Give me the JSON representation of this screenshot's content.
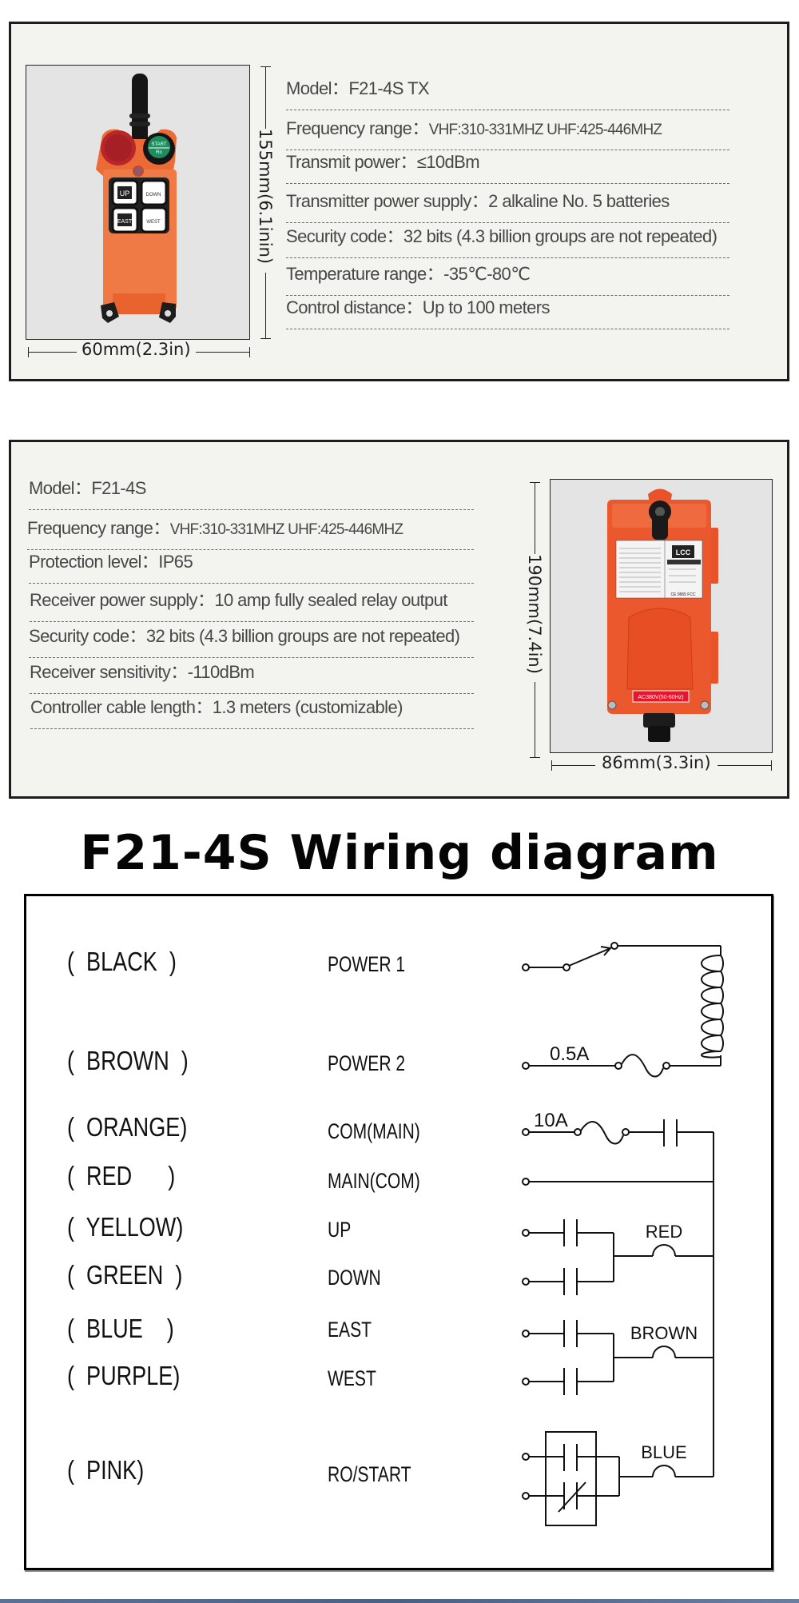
{
  "transmitter": {
    "specs": [
      {
        "label": "Model：",
        "value": "F21-4S TX"
      },
      {
        "label": "Frequency range：",
        "value": "VHF:310-331MHZ UHF:425-446MHZ"
      },
      {
        "label": "Transmit power：",
        "value": "≤10dBm"
      },
      {
        "label": "Transmitter power supply：",
        "value": "2 alkaline No. 5 batteries"
      },
      {
        "label": "Security code：",
        "value": "32 bits (4.3 billion groups are not repeated)"
      },
      {
        "label": "Temperature range：",
        "value": "-35℃-80℃"
      },
      {
        "label": "Control distance：",
        "value": "Up to 100 meters"
      }
    ],
    "height_dim": "155mm(6.1inin)",
    "width_dim": "60mm(2.3in)",
    "buttons": {
      "start_top": "START",
      "start_bottom": "Ro",
      "up": "UP",
      "down": "DOWN",
      "east": "EAST",
      "west": "WEST"
    }
  },
  "receiver": {
    "specs": [
      {
        "label": "Model：",
        "value": "F21-4S"
      },
      {
        "label": "Frequency range：",
        "value": "VHF:310-331MHZ UHF:425-446MHZ"
      },
      {
        "label": "Protection level：",
        "value": "IP65"
      },
      {
        "label": "Receiver power supply：",
        "value": "10 amp fully sealed relay output"
      },
      {
        "label": "Security code：",
        "value": "32 bits (4.3 billion groups are not repeated)"
      },
      {
        "label": "Receiver sensitivity：",
        "value": "-110dBm"
      },
      {
        "label": "Controller cable length：",
        "value": "1.3 meters (customizable)"
      }
    ],
    "height_dim": "190mm(7.4in)",
    "width_dim": "86mm(3.3in)",
    "brand": "LCC",
    "voltage_label": "AC380V(50-60Hz)",
    "cert": "CE 0865 FCC"
  },
  "wiring": {
    "title": "F21-4S Wiring diagram",
    "rows": [
      {
        "color": "(  BLACK  )",
        "function": "POWER 1"
      },
      {
        "color": "(  BROWN  )",
        "function": "POWER 2"
      },
      {
        "color": "(  ORANGE)",
        "function": "COM(MAIN)"
      },
      {
        "color": "(  RED      )",
        "function": "MAIN(COM)"
      },
      {
        "color": "(  YELLOW)",
        "function": "UP"
      },
      {
        "color": "(  GREEN  )",
        "function": "DOWN"
      },
      {
        "color": "(  BLUE    )",
        "function": "EAST"
      },
      {
        "color": "(  PURPLE)",
        "function": "WEST"
      },
      {
        "color": "(  PINK)",
        "function": "RO/START"
      }
    ],
    "fuse_power": "0.5A",
    "fuse_main": "10A",
    "coil_labels": {
      "up_down": "RED",
      "east_west": "BROWN",
      "start": "BLUE"
    }
  }
}
